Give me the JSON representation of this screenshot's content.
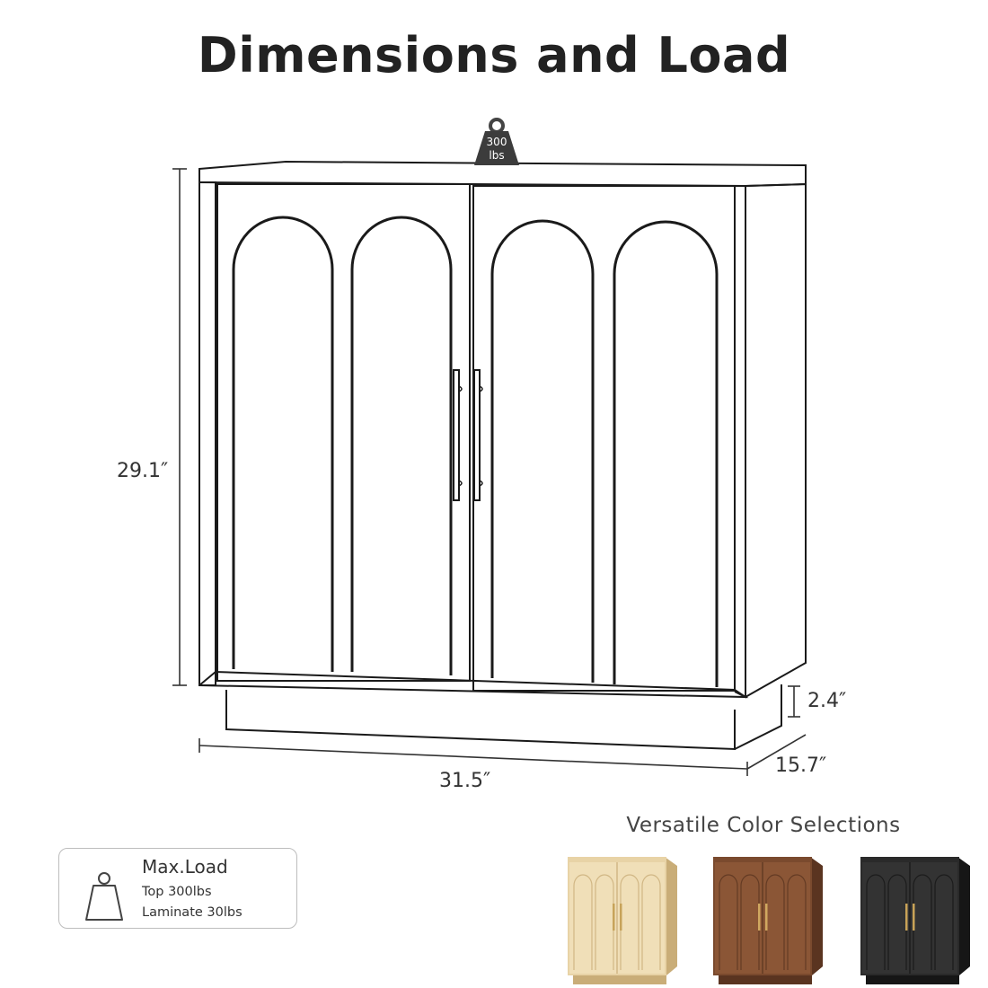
{
  "header": {
    "title": "Dimensions and Load"
  },
  "dimensions": {
    "height": "29.1″",
    "width": "31.5″",
    "depth": "15.7″",
    "base_height": "2.4″"
  },
  "weight_tag": {
    "line1": "300",
    "line2": "lbs"
  },
  "max_load": {
    "title": "Max.Load",
    "top": "Top 300lbs",
    "laminate": "Laminate 30lbs"
  },
  "color_selections": {
    "title": "Versatile Color Selections",
    "options": [
      {
        "name": "natural-oak",
        "body": "#e8d3a6",
        "door": "#f0dfb8",
        "edge": "#c9ad78",
        "handle": "#c7a35a"
      },
      {
        "name": "walnut",
        "body": "#7a4a2e",
        "door": "#8b5636",
        "edge": "#5a3420",
        "handle": "#d0a860"
      },
      {
        "name": "black",
        "body": "#2a2a2a",
        "door": "#333333",
        "edge": "#161616",
        "handle": "#c9a357"
      }
    ]
  }
}
